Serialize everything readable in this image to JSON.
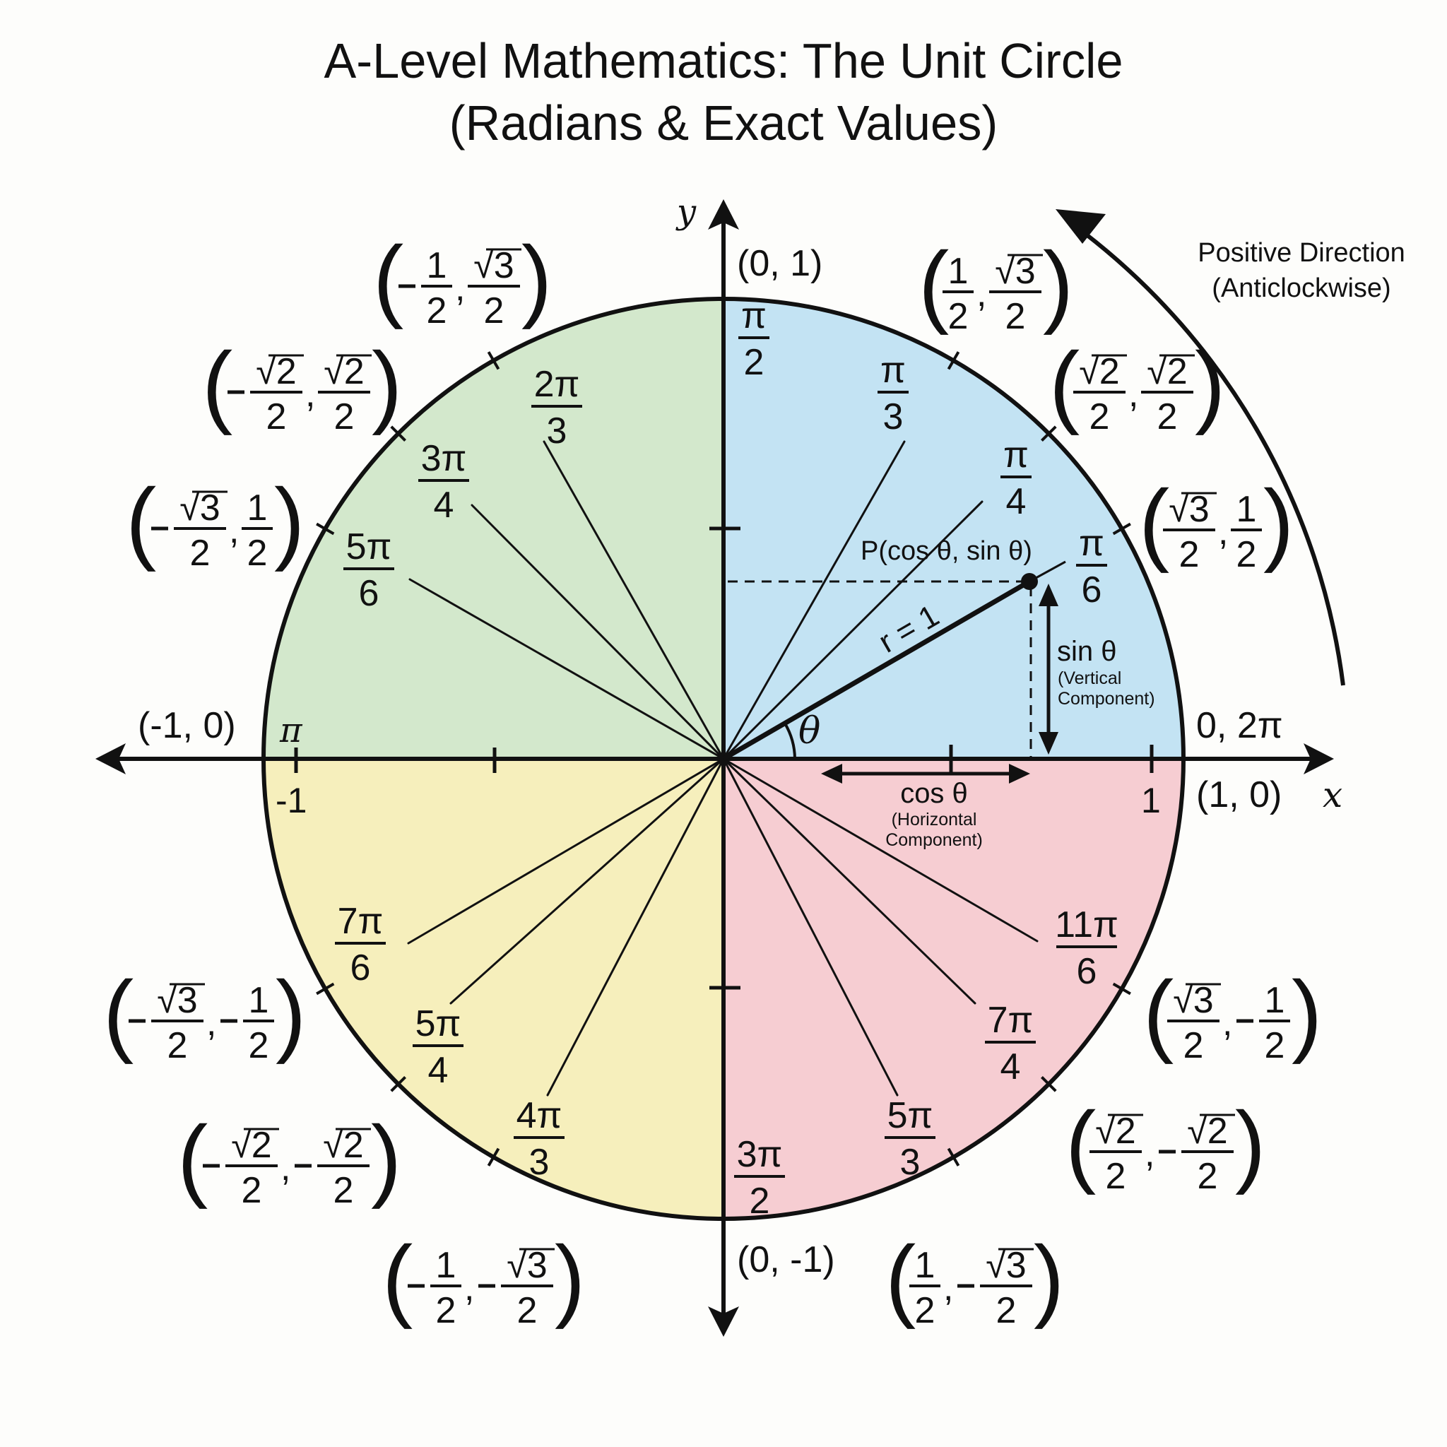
{
  "title": {
    "line1": "A-Level Mathematics: The Unit Circle",
    "line2": "(Radians & Exact Values)"
  },
  "colors": {
    "quadrant1": "#c3e3f3",
    "quadrant2": "#d3e8cc",
    "quadrant3": "#f6efbc",
    "quadrant4": "#f6cdd2",
    "ink": "#111111",
    "background": "#fdfdfb"
  },
  "axes": {
    "x_label": "x",
    "y_label": "y",
    "tick_pos": "1",
    "tick_neg": "-1"
  },
  "axis_points": {
    "top": "(0, 1)",
    "bottom": "(0, -1)",
    "left": "(-1, 0)",
    "right": "(1, 0)",
    "zero_label": "0, 2π",
    "pi_label": "π"
  },
  "angles": [
    {
      "deg": 30,
      "num": "π",
      "den": "6"
    },
    {
      "deg": 45,
      "num": "π",
      "den": "4"
    },
    {
      "deg": 60,
      "num": "π",
      "den": "3"
    },
    {
      "deg": 90,
      "num": "π",
      "den": "2"
    },
    {
      "deg": 120,
      "num": "2π",
      "den": "3"
    },
    {
      "deg": 135,
      "num": "3π",
      "den": "4"
    },
    {
      "deg": 150,
      "num": "5π",
      "den": "6"
    },
    {
      "deg": 210,
      "num": "7π",
      "den": "6"
    },
    {
      "deg": 225,
      "num": "5π",
      "den": "4"
    },
    {
      "deg": 240,
      "num": "4π",
      "den": "3"
    },
    {
      "deg": 270,
      "num": "3π",
      "den": "2"
    },
    {
      "deg": 300,
      "num": "5π",
      "den": "3"
    },
    {
      "deg": 315,
      "num": "7π",
      "den": "4"
    },
    {
      "deg": 330,
      "num": "11π",
      "den": "6"
    }
  ],
  "coordinates": [
    {
      "angle": "π/6",
      "x": {
        "sign": "",
        "num": "√3",
        "den": "2"
      },
      "y": {
        "sign": "",
        "num": "1",
        "den": "2"
      }
    },
    {
      "angle": "π/4",
      "x": {
        "sign": "",
        "num": "√2",
        "den": "2"
      },
      "y": {
        "sign": "",
        "num": "√2",
        "den": "2"
      }
    },
    {
      "angle": "π/3",
      "x": {
        "sign": "",
        "num": "1",
        "den": "2"
      },
      "y": {
        "sign": "",
        "num": "√3",
        "den": "2"
      }
    },
    {
      "angle": "2π/3",
      "x": {
        "sign": "−",
        "num": "1",
        "den": "2"
      },
      "y": {
        "sign": "",
        "num": "√3",
        "den": "2"
      }
    },
    {
      "angle": "3π/4",
      "x": {
        "sign": "−",
        "num": "√2",
        "den": "2"
      },
      "y": {
        "sign": "",
        "num": "√2",
        "den": "2"
      }
    },
    {
      "angle": "5π/6",
      "x": {
        "sign": "−",
        "num": "√3",
        "den": "2"
      },
      "y": {
        "sign": "",
        "num": "1",
        "den": "2"
      }
    },
    {
      "angle": "7π/6",
      "x": {
        "sign": "−",
        "num": "√3",
        "den": "2"
      },
      "y": {
        "sign": "−",
        "num": "1",
        "den": "2"
      }
    },
    {
      "angle": "5π/4",
      "x": {
        "sign": "−",
        "num": "√2",
        "den": "2"
      },
      "y": {
        "sign": "−",
        "num": "√2",
        "den": "2"
      }
    },
    {
      "angle": "4π/3",
      "x": {
        "sign": "−",
        "num": "1",
        "den": "2"
      },
      "y": {
        "sign": "−",
        "num": "√3",
        "den": "2"
      }
    },
    {
      "angle": "5π/3",
      "x": {
        "sign": "",
        "num": "1",
        "den": "2"
      },
      "y": {
        "sign": "−",
        "num": "√3",
        "den": "2"
      }
    },
    {
      "angle": "7π/4",
      "x": {
        "sign": "",
        "num": "√2",
        "den": "2"
      },
      "y": {
        "sign": "−",
        "num": "√2",
        "den": "2"
      }
    },
    {
      "angle": "11π/6",
      "x": {
        "sign": "",
        "num": "√3",
        "den": "2"
      },
      "y": {
        "sign": "−",
        "num": "1",
        "den": "2"
      }
    }
  ],
  "annotations": {
    "point": "P(cos θ, sin θ)",
    "radius": "r = 1",
    "theta": "θ",
    "sin_label": "sin θ",
    "sin_sub1": "(Vertical",
    "sin_sub2": "Component)",
    "cos_label": "cos θ",
    "cos_sub1": "(Horizontal",
    "cos_sub2": "Component)",
    "direction_line1": "Positive Direction",
    "direction_line2": "(Anticlockwise)"
  }
}
